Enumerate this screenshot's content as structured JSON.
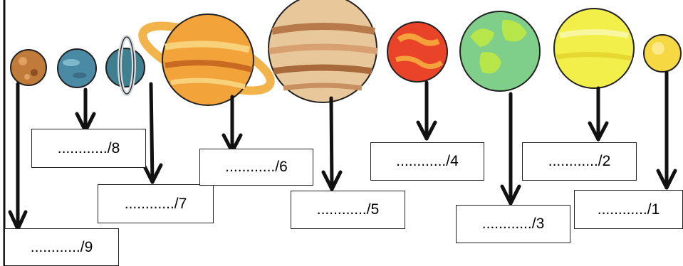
{
  "worksheet": {
    "labels": [
      {
        "id": 1,
        "text": "............/1"
      },
      {
        "id": 2,
        "text": "............/2"
      },
      {
        "id": 3,
        "text": "............/3"
      },
      {
        "id": 4,
        "text": "............/4"
      },
      {
        "id": 5,
        "text": "............/5"
      },
      {
        "id": 6,
        "text": "............/6"
      },
      {
        "id": 7,
        "text": "............/7"
      },
      {
        "id": 8,
        "text": "............/8"
      },
      {
        "id": 9,
        "text": "............/9"
      }
    ]
  },
  "colors": {
    "ink": "#111111",
    "sun": "#f5d842",
    "mercury": "#f3ef4a",
    "venus": "#7fcf8a",
    "earth": "#e9432a",
    "mars": "#c9a678",
    "jupiter": "#f2a43a",
    "saturn_ring": "#cfd6de",
    "uranus": "#4a8aa4",
    "neptune": "#c07a3a"
  }
}
